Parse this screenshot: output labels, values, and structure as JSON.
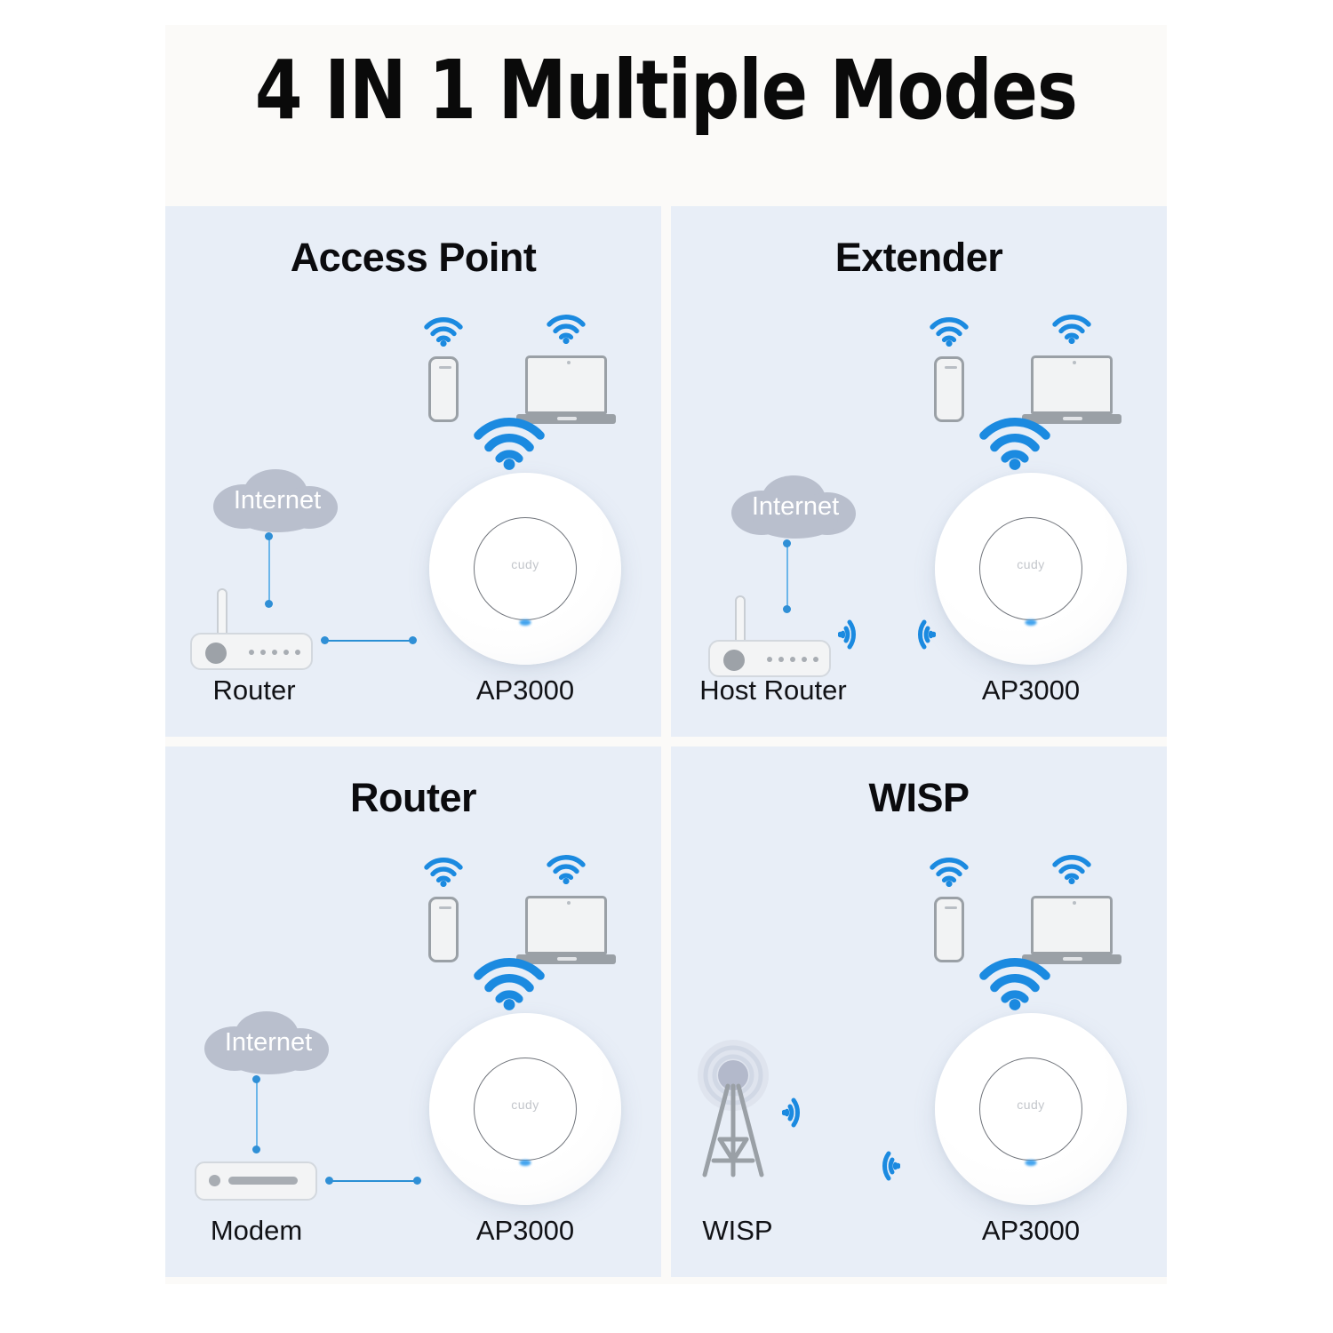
{
  "header": {
    "title": "4 IN 1 Multiple Modes"
  },
  "colors": {
    "page_background": "#ffffff",
    "panel_background": "#e8eef7",
    "panel_gap": "#fbfaf8",
    "wifi_blue": "#1b8ae0",
    "link_line_blue": "#2a8fd4",
    "cloud_gray": "#b9bfcd",
    "device_gray": "#9aa0a6",
    "title_color": "#0a0a0a"
  },
  "panels": [
    {
      "id": "access-point",
      "title": "Access Point",
      "cloud_label": "Internet",
      "source_label": "Router",
      "source_icon": "router-icon",
      "device_label": "AP3000",
      "device_logo": "cudy",
      "clients": [
        {
          "icon": "phone-icon",
          "signal": "wifi-icon"
        },
        {
          "icon": "laptop-icon",
          "signal": "wifi-icon"
        }
      ],
      "uplink": "wired",
      "ap_signal": "wifi-icon"
    },
    {
      "id": "extender",
      "title": "Extender",
      "cloud_label": "Internet",
      "source_label": "Host Router",
      "source_icon": "router-icon",
      "device_label": "AP3000",
      "device_logo": "cudy",
      "clients": [
        {
          "icon": "phone-icon",
          "signal": "wifi-icon"
        },
        {
          "icon": "laptop-icon",
          "signal": "wifi-icon"
        }
      ],
      "uplink": "wireless",
      "ap_signal": "wifi-icon"
    },
    {
      "id": "router",
      "title": "Router",
      "cloud_label": "Internet",
      "source_label": "Modem",
      "source_icon": "modem-icon",
      "device_label": "AP3000",
      "device_logo": "cudy",
      "clients": [
        {
          "icon": "phone-icon",
          "signal": "wifi-icon"
        },
        {
          "icon": "laptop-icon",
          "signal": "wifi-icon"
        }
      ],
      "uplink": "wired",
      "ap_signal": "wifi-icon"
    },
    {
      "id": "wisp",
      "title": "WISP",
      "cloud_label": "",
      "source_label": "WISP",
      "source_icon": "tower-icon",
      "device_label": "AP3000",
      "device_logo": "cudy",
      "clients": [
        {
          "icon": "phone-icon",
          "signal": "wifi-icon"
        },
        {
          "icon": "laptop-icon",
          "signal": "wifi-icon"
        }
      ],
      "uplink": "wireless",
      "ap_signal": "wifi-icon"
    }
  ]
}
